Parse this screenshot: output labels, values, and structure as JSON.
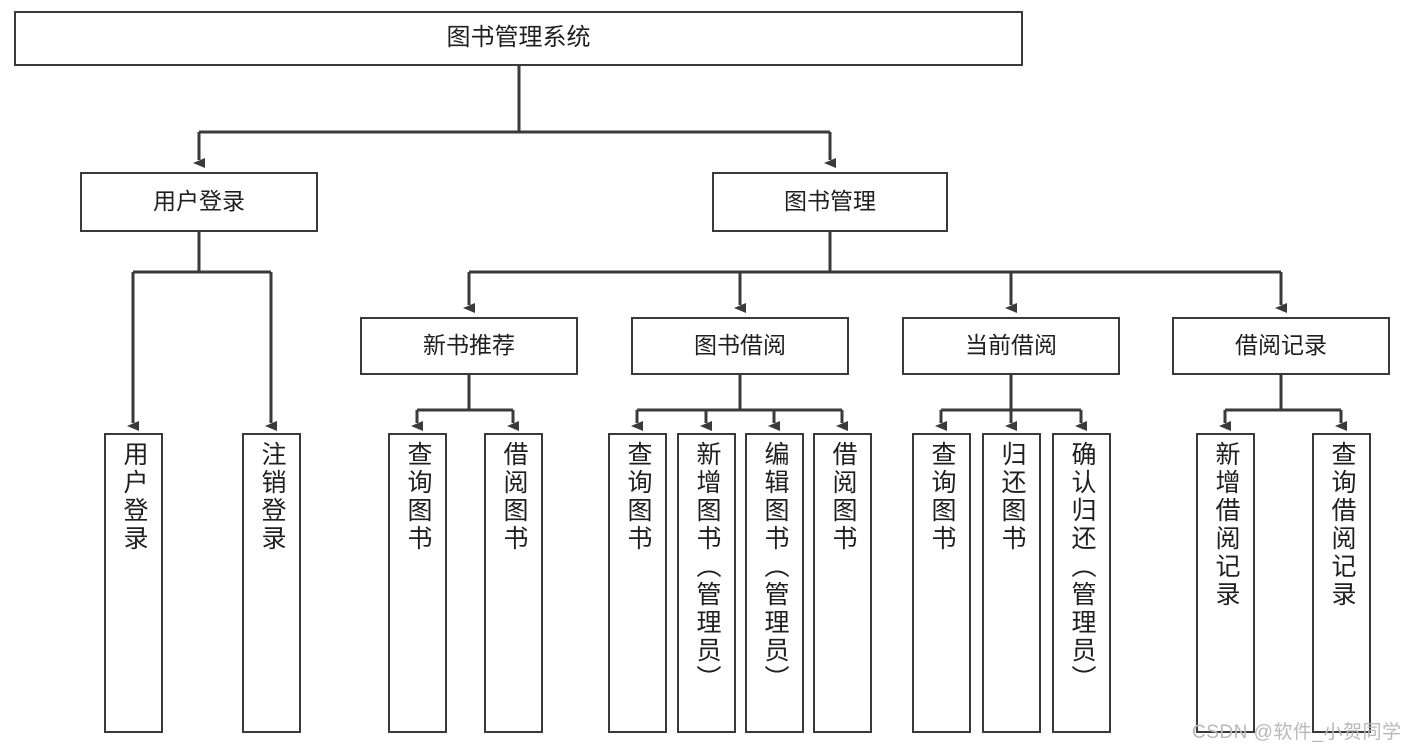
{
  "diagram": {
    "title": "图书管理系统",
    "type": "tree-hierarchy-functional-decomposition",
    "colors": {
      "background": "#ffffff",
      "node_border": "#3a3a3a",
      "node_fill": "#ffffff",
      "edge": "#3a3a3a",
      "text": "#1f1f1f",
      "watermark": "#b9b9b9"
    },
    "nodes": {
      "root": {
        "label": "图书管理系统"
      },
      "level2": [
        {
          "label": "用户登录"
        },
        {
          "label": "图书管理"
        }
      ],
      "level3": [
        {
          "label": "新书推荐"
        },
        {
          "label": "图书借阅"
        },
        {
          "label": "当前借阅"
        },
        {
          "label": "借阅记录"
        }
      ],
      "leaves": {
        "user_login": [
          {
            "label": "用户登录"
          },
          {
            "label": "注销登录"
          }
        ],
        "new_book_recommend": [
          {
            "label": "查询图书"
          },
          {
            "label": "借阅图书"
          }
        ],
        "book_borrow": [
          {
            "label": "查询图书"
          },
          {
            "label": "新增图书（管理员）"
          },
          {
            "label": "编辑图书（管理员）"
          },
          {
            "label": "借阅图书"
          }
        ],
        "current_borrow": [
          {
            "label": "查询图书"
          },
          {
            "label": "归还图书"
          },
          {
            "label": "确认归还（管理员）"
          }
        ],
        "borrow_record": [
          {
            "label": "新增借阅记录"
          },
          {
            "label": "查询借阅记录"
          }
        ]
      }
    },
    "watermark": "CSDN @软件_小贺同学"
  }
}
